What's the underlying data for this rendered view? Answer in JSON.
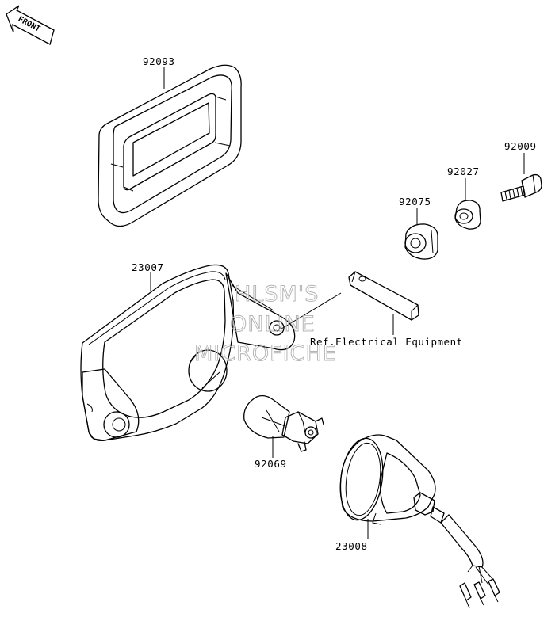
{
  "orientation": {
    "front_label": "FRONT"
  },
  "parts": [
    {
      "id": "grille-frame",
      "number": "92093"
    },
    {
      "id": "headlight-housing",
      "number": "23007"
    },
    {
      "id": "bolt",
      "number": "92009"
    },
    {
      "id": "collar",
      "number": "92027"
    },
    {
      "id": "grommet",
      "number": "92075"
    },
    {
      "id": "bulb",
      "number": "92069"
    },
    {
      "id": "lamp-unit",
      "number": "23008"
    }
  ],
  "reference_note": "Ref.Electrical Equipment",
  "watermark": {
    "line1": "HLSM'S",
    "line2": "ONLINE",
    "line3": "MICROFICHE"
  },
  "colors": {
    "ink": "#000000",
    "shade": "#e4e4e4",
    "watermark": "#b5b5b5"
  }
}
